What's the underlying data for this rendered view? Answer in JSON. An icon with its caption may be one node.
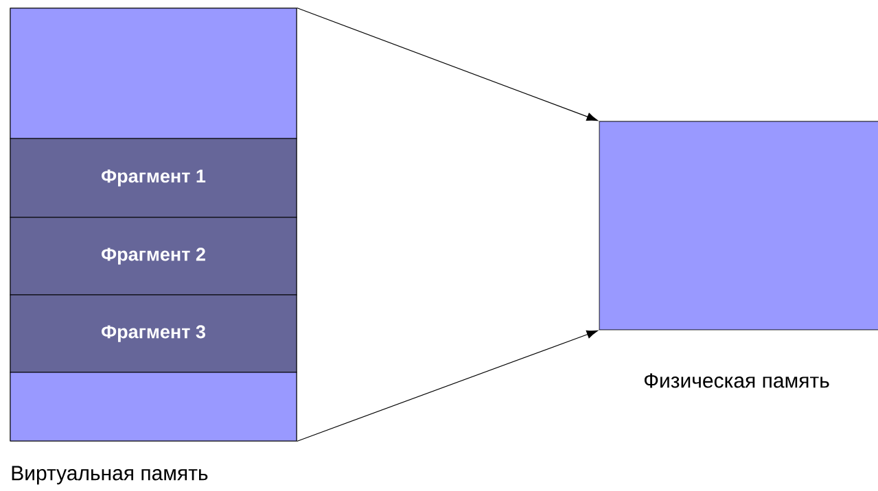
{
  "diagram": {
    "nodes": [
      {
        "text": [
          "Виртуальная память"
        ]
      },
      {
        "text": [],
        "shape": "box",
        "in": 0
      },
      {
        "text": [
          "Фрагмент 1"
        ],
        "in": 0
      },
      {
        "text": [
          "Фрагмент 2"
        ],
        "in": 0
      },
      {
        "text": [
          "Фрагмент 3"
        ],
        "in": 0
      },
      {
        "text": [],
        "shape": "box",
        "in": 0
      },
      {
        "text": [
          "Физическая память"
        ]
      }
    ],
    "edges": [
      {
        "from": 0,
        "to": 6,
        "arrow": "to"
      },
      {
        "from": 0,
        "to": 6,
        "arrow": "to"
      }
    ]
  }
}
